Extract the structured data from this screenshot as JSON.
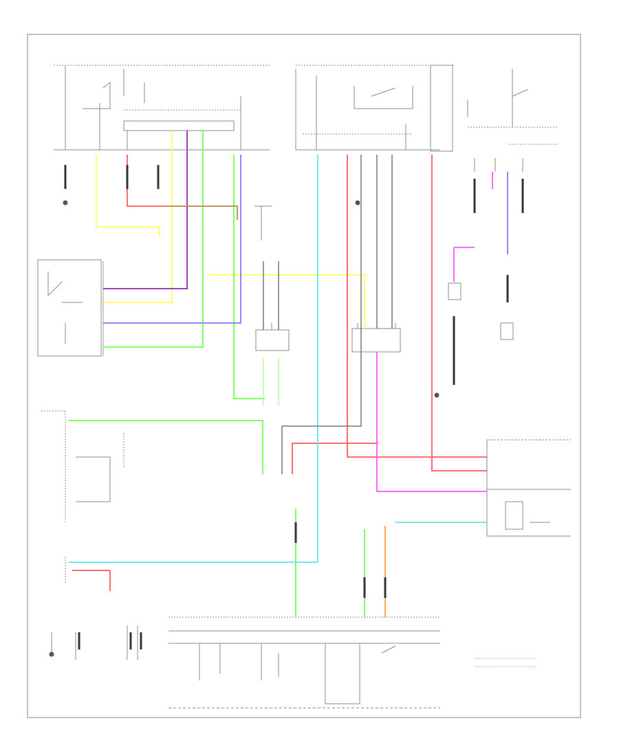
{
  "footer": {
    "code": ""
  },
  "legend": {
    "items": []
  },
  "wire_colors": {
    "yellow": "#ffff70",
    "green": "#7dff5a",
    "light_green": "#b6ff9a",
    "purple": "#9a3fbf",
    "blue_violet": "#8f86ff",
    "red": "#ff6a6a",
    "pink": "#ffb0b0",
    "cyan": "#6fe8e8",
    "magenta": "#ff66ff",
    "orange": "#ffaa55",
    "brown": "#c8935a",
    "gray": "#777777",
    "black": "#111111"
  },
  "components": [
    {
      "id": "top-left-fuse-block",
      "label": ""
    },
    {
      "id": "driver-door-switch-assembly",
      "label": ""
    },
    {
      "id": "stop-light-switch",
      "label": ""
    },
    {
      "id": "relay-block-right",
      "label": ""
    },
    {
      "id": "combination-meter",
      "label": ""
    },
    {
      "id": "instrument-panel-junction-block",
      "label": ""
    },
    {
      "id": "power-window-master-switch",
      "label": ""
    },
    {
      "id": "engine-control-module-connector",
      "label": ""
    }
  ]
}
